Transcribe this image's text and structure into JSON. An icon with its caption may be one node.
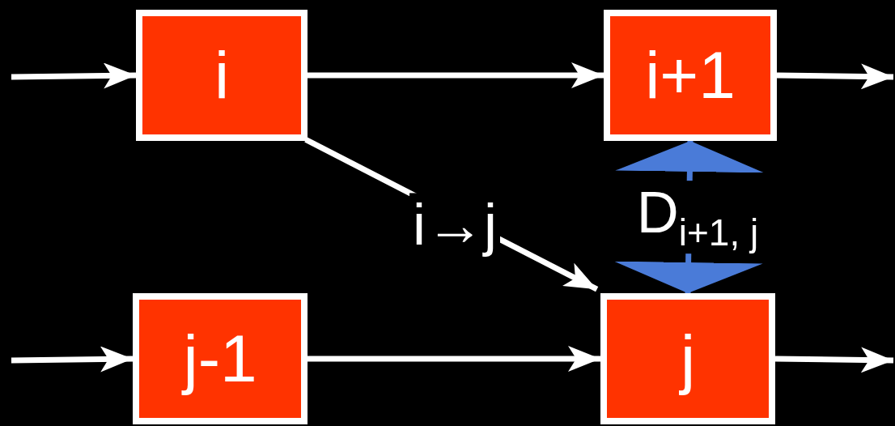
{
  "diagram": {
    "nodes": [
      {
        "text": [
          "i"
        ]
      },
      {
        "text": [
          "i+1"
        ]
      },
      {
        "text": [
          "j-1"
        ]
      },
      {
        "text": [
          "j"
        ]
      }
    ],
    "edges": [
      {
        "from": null,
        "to": 0,
        "arrow": "to"
      },
      {
        "from": 0,
        "to": 1,
        "arrow": "to"
      },
      {
        "from": 1,
        "to": null,
        "arrow": "to"
      },
      {
        "from": null,
        "to": 2,
        "arrow": "to"
      },
      {
        "from": 2,
        "to": 3,
        "arrow": "to"
      },
      {
        "from": 3,
        "to": null,
        "arrow": "to"
      },
      {
        "from": 0,
        "to": 3,
        "arrow": "to",
        "label": "i→j"
      },
      {
        "from": 3,
        "to": 1,
        "arrow": "both",
        "label": "D$_{i+1, j}$",
        "color": "#4a7bd8"
      }
    ]
  }
}
